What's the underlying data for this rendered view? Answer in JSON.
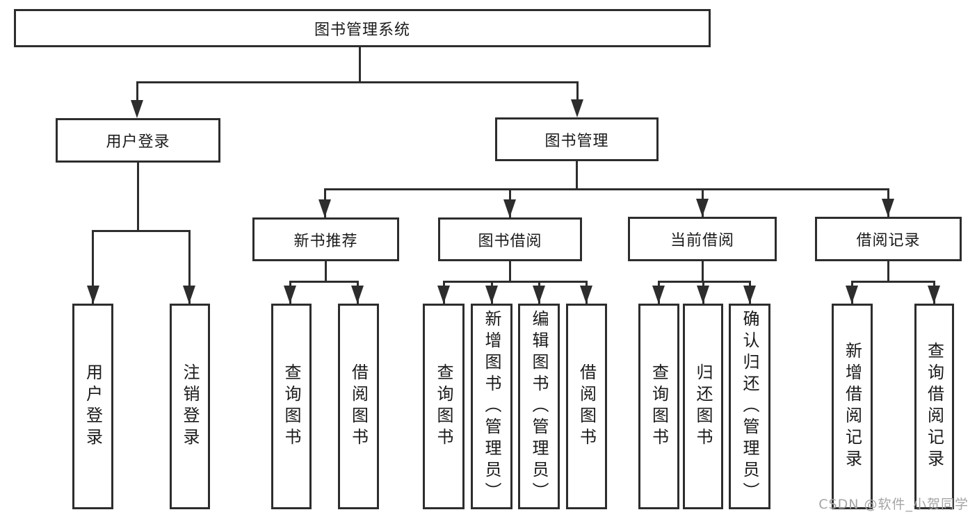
{
  "tree": {
    "root": "图书管理系统",
    "nodes": {
      "user_login": "用户登录",
      "book_management": "图书管理",
      "new_book_recommend": "新书推荐",
      "book_borrow": "图书借阅",
      "current_borrow": "当前借阅",
      "borrow_record": "借阅记录"
    },
    "leaves": {
      "user_login_children": [
        "用户登录",
        "注销登录"
      ],
      "new_book_children": [
        "查询图书",
        "借阅图书"
      ],
      "book_borrow_children": [
        "查询图书",
        "新增图书（管理员）",
        "编辑图书（管理员）",
        "借阅图书"
      ],
      "current_borrow_children": [
        "查询图书",
        "归还图书",
        "确认归还（管理员）"
      ],
      "borrow_record_children": [
        "新增借阅记录",
        "查询借阅记录"
      ]
    }
  },
  "watermark": "CSDN @软件_小贺同学",
  "colors": {
    "line": "#2d2d2d",
    "text": "#1a1a1a",
    "watermark_gray": "#a5a5a5",
    "background": "#ffffff"
  }
}
